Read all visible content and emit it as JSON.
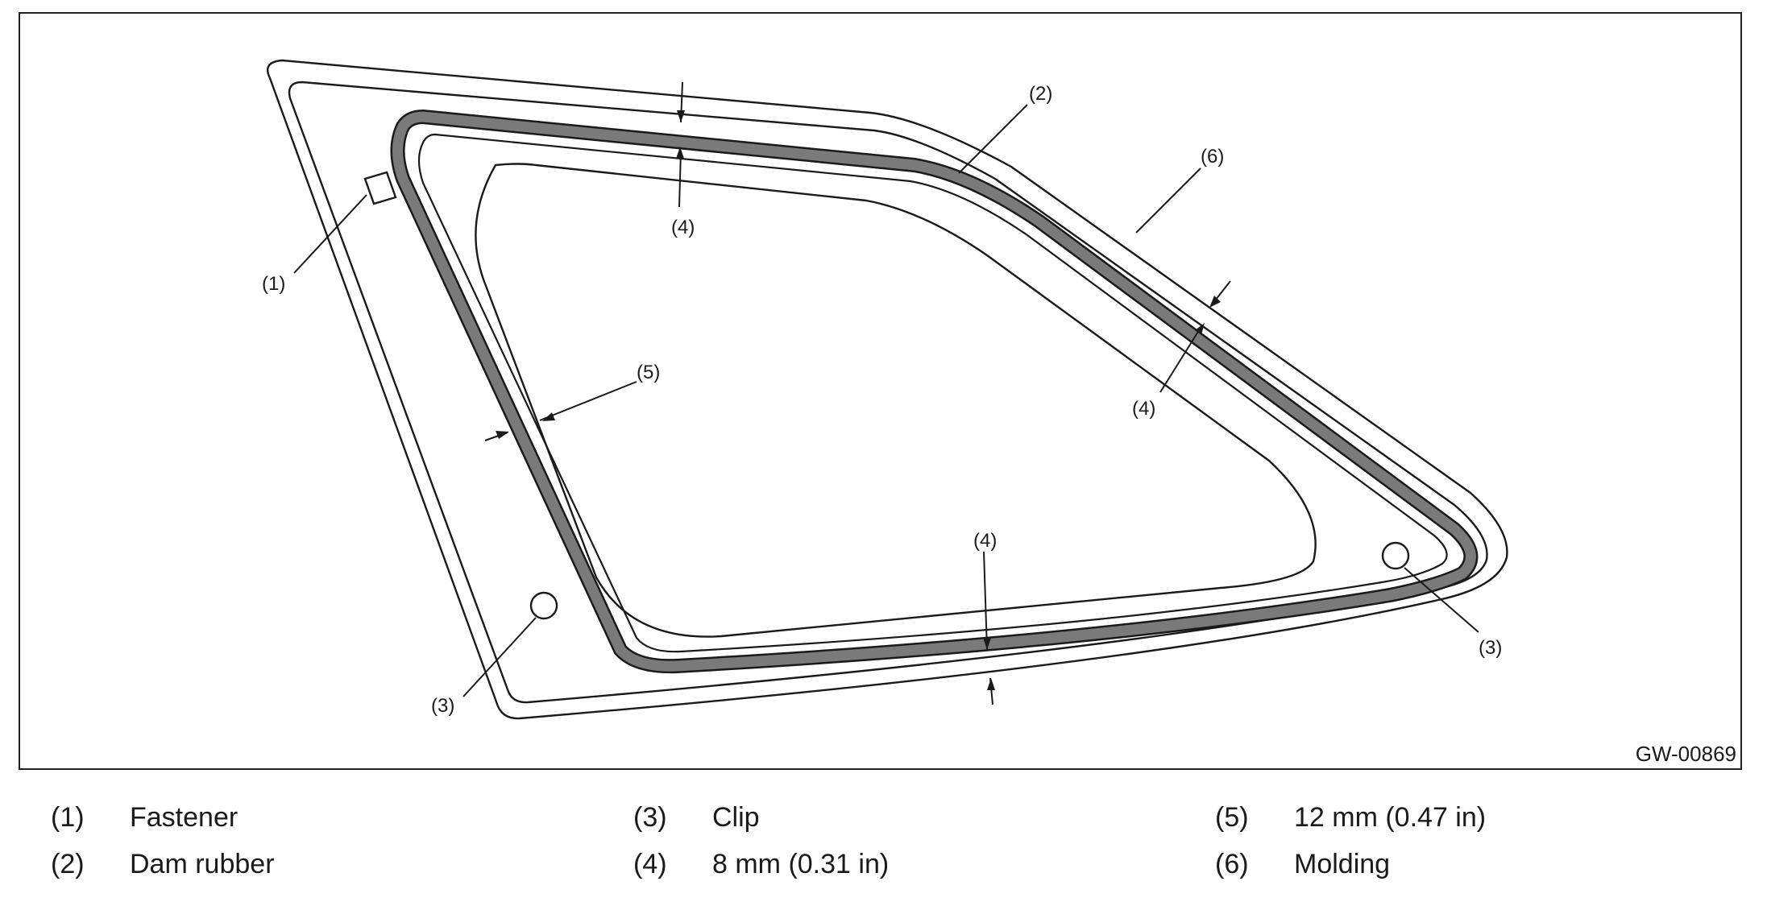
{
  "diagram": {
    "figure_code": "GW-00869",
    "callouts": {
      "fastener": "(1)",
      "dam_rubber": "(2)",
      "clip": "(3)",
      "gap_8mm": "(4)",
      "gap_12mm": "(5)",
      "molding": "(6)"
    }
  },
  "legend": {
    "items": [
      {
        "num": "(1)",
        "text": "Fastener"
      },
      {
        "num": "(2)",
        "text": "Dam rubber"
      },
      {
        "num": "(3)",
        "text": "Clip"
      },
      {
        "num": "(4)",
        "text": "8 mm (0.31 in)"
      },
      {
        "num": "(5)",
        "text": "12 mm (0.47 in)"
      },
      {
        "num": "(6)",
        "text": "Molding"
      }
    ]
  },
  "colors": {
    "line": "#1a1a1a",
    "dam_rubber_fill": "#7a7a7a",
    "background": "#ffffff"
  }
}
